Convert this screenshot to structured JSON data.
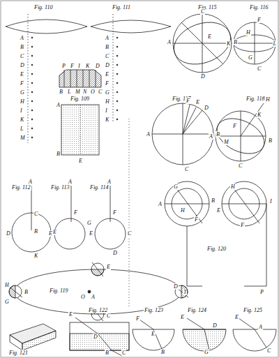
{
  "diagram": {
    "labels": [
      "Fig. 110",
      "A",
      "B",
      "C",
      "D",
      "E",
      "F",
      "G",
      "H",
      "I",
      "K",
      "L",
      "M",
      "Fig. 111",
      "A",
      "B",
      "C",
      "D",
      "E",
      "F",
      "G",
      "H",
      "I",
      "K",
      "Fig. 109",
      "P",
      "F",
      "I",
      "K",
      "D",
      "B",
      "L",
      "M",
      "N",
      "O",
      "C",
      "A",
      "B",
      "E",
      "Fig. 115",
      "A",
      "B",
      "C",
      "D",
      "E",
      "Fig. 116",
      "F",
      "H",
      "K",
      "L",
      "G",
      "C",
      "Fig. 117",
      "A",
      "B",
      "C",
      "D",
      "E",
      "F",
      "Fig. 118",
      "H",
      "A",
      "B",
      "K",
      "C",
      "F",
      "M",
      "Fig. 112",
      "A",
      "C",
      "D",
      "B",
      "E",
      "K",
      "Fig. 113",
      "A",
      "F",
      "E",
      "G",
      "Fig. 114",
      "A",
      "F",
      "E",
      "C",
      "D",
      "Fig. 120",
      "A",
      "B",
      "G",
      "H",
      "F",
      "E",
      "I",
      "H",
      "F",
      "T",
      "P",
      "Fig. 119",
      "O",
      "A",
      "B",
      "D",
      "C",
      "E",
      "G",
      "H",
      "Fig. 121",
      "Fig. 122",
      "E",
      "D",
      "B",
      "C",
      "Fig. 123",
      "F",
      "E",
      "B",
      "Fig. 124",
      "E",
      "D",
      "G",
      "Fig. 125",
      "E",
      "A",
      "C"
    ]
  }
}
